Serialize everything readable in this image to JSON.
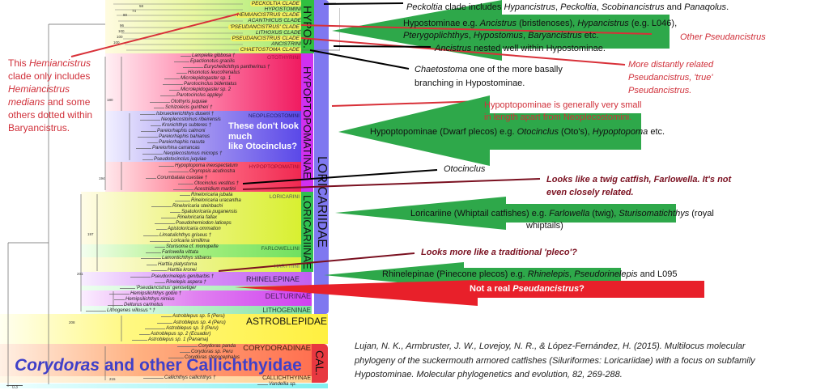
{
  "clades_hypos": [
    "PECKOLTIA CLADE",
    "HYPOSTOMINI",
    "HEMIANCISTRUS CLADE",
    "ACANTHICUS CLADE",
    "'PSEUDANCISTRUS' CLADE",
    "LITHOXUS CLADE",
    "PSEUDANCISTRUS CLADE",
    "ANCISTRINI",
    "CHAETOSTOMA CLADE"
  ],
  "tribes": {
    "otothyrini": "OTOTHYRINI",
    "neoplecostomini": "NEOPLECOSTOMINI",
    "hypoptopomatini": "HYPOPTOPOMATINI",
    "loricarini": "LORICARINI",
    "farlowellini": "FARLOWELLINI",
    "harttiini": "HARTTIINI",
    "rhinelepinae": "RHINELEPINAE",
    "delturinae": "DELTURINAE",
    "lithogeninae": "LITHOGENINAE",
    "astroblepidae": "ASTROBLEPIDAE",
    "corydoradinae": "CORYDORADINAE",
    "callichthyinae": "CALLICHTHYINAE"
  },
  "bars": {
    "hypos": "HYPOS.",
    "hypoptopomatinae": "HYPOPTOPOMATINAE",
    "loricariinae": "LORICARIINAE",
    "loricariidae": "LORICARIIDAE",
    "cal": "CAL."
  },
  "species": [
    "Lampiella gibbosa †",
    "Epactionotus gracilis",
    "Eurycheilichthys pantherinus †",
    "Hisonotus leucofrenatus",
    "Microlepidogaster sp. 1",
    "Parotocinclus bidentatus",
    "Microlepidogaster sp. 2",
    "Parotocinclus appleyi",
    "Otothyris juquiae",
    "Schizolecis guntheri †",
    "Isbrueckerichthys duseni †",
    "Neoplecostomus ribeirensis",
    "Kronichthys subteres †",
    "Pareiorhaphis calmoni",
    "Pareiorhaphis bahianus",
    "Pareiorhaphis nasuta",
    "Pareiorhina carrancas",
    "Neoplecostomus microps †",
    "Pseudotocinclus juquiae",
    "Hypoptopoma inexspectatum",
    "Oxyropsis acutirostra",
    "Corumbataia cuestae †",
    "Otocinclus vestitus †",
    "Acestridium martini",
    "Rineloricaria jubata",
    "Rineloricaria uracantha",
    "Rineloricaria steinbachi",
    "Spatuloricaria puganensis",
    "Rineloricaria fallax",
    "Pseudohemiodon laticeps",
    "Apistoloricaria ommation",
    "Limatulichthys griseus †",
    "Loricaria simillima",
    "Sturisoma cf. monopelte",
    "Farlowella vittata",
    "Lamontichthys stibaros",
    "Harttia platystoma",
    "Harttia kronei",
    "Pseudorinelepis genibarbis †",
    "Rinelepis aspera †",
    "'Pseudancistrus' genisetiger",
    "Hemipsilichthys gobio †",
    "Hemipsilichthys nimius",
    "Delturus carinotus",
    "Lithogenes villosus * †",
    "Astroblepus sp. 5 (Peru)",
    "Astroblepus sp. 4 (Peru)",
    "Astroblepus sp. 3 (Peru)",
    "Astroblepus sp. 2 (Ecuador)",
    "Astroblepus sp. 1 (Panama)",
    "Corydoras panda",
    "Corydoras sp. Peru",
    "Corydoras stenocephalus",
    "Callichthys callichthys †",
    "Vandellia sp."
  ],
  "node_values": [
    "58",
    "74",
    "80",
    "96",
    "100",
    "100",
    "100",
    "180",
    "194",
    "197",
    "201",
    "208",
    "215"
  ],
  "scale": "0.3",
  "annotations": {
    "left_note": [
      "This ",
      "Hemiancistrus",
      "clade only includes",
      "Hemiancistrus",
      "medians",
      " and some",
      "others dotted within",
      "Baryancistrus."
    ],
    "peckoltia": [
      "Peckoltia",
      " clade includes ",
      "Hypancistrus",
      ", ",
      "Peckoltia",
      ", ",
      "Scobinancistrus",
      " and ",
      "Panaqolus",
      "."
    ],
    "hypostominae_1": [
      "Hypostominae e.g. ",
      "Ancistrus",
      " (bristlenoses), ",
      "Hypancistrus",
      " (e.g. L046),"
    ],
    "hypostominae_2": [
      "Pterygoplichthys",
      ", ",
      "Hypostomus",
      ", ",
      "Baryancistrus",
      " etc."
    ],
    "ancistrus": [
      "Ancistrus",
      " nested well within Hypostominae."
    ],
    "other_pseud": "Other Pseudancistrus",
    "chaetostoma": [
      "Chaetostoma",
      " one of the more basally",
      "branching in Hypostominae."
    ],
    "distant": [
      "More distantly related",
      "Pseudancistrus, 'true'",
      "Pseudancistrus."
    ],
    "hypo_small": [
      "Hypoptopominae is generally very small",
      "in length apart from Neoplecostomini."
    ],
    "hypo_arrow": [
      "Hypoptopominae (Dwarf plecos) e.g. ",
      "Otocinclus",
      " (Oto's), ",
      "Hypoptopoma",
      " etc."
    ],
    "not_oto": [
      "These don't look much",
      "like Otocinclus?"
    ],
    "otocinclus": "Otocinclus",
    "twig": [
      "Looks like a twig catfish, ",
      "Farlowella. It's not",
      "even closely related."
    ],
    "lori_arrow": [
      "Loricariine (Whiptail catfishes) e.g. ",
      "Farlowella",
      " (twig), ",
      "Sturisomatichthys",
      " (royal",
      "whiptails)"
    ],
    "pleco": "Looks more like a traditional 'pleco'?",
    "rhine_arrow": [
      "Rhinelepinae (Pinecone plecos) e.g. ",
      "Rhinelepis",
      ", ",
      "Pseudorinelepis",
      " and L095"
    ],
    "not_real": [
      "Not a real ",
      "Pseudancistrus",
      "?"
    ],
    "corydoras": [
      "Corydoras",
      " and other Callichthyidae"
    ],
    "citation": [
      "Lujan, N. K., Armbruster, J. W., Lovejoy, N. R., & López-Fernández, H. (2015). Multilocus molecular",
      "phylogeny of the suckermouth armored catfishes (Siluriformes: Loricariidae) with a focus on subfamily",
      "Hypostominae. Molecular phylogenetics and evolution, 82, 269-288."
    ]
  },
  "colors": {
    "arrow_green": "#2ea84a",
    "arrow_red": "#e8202a",
    "note_red": "#d0303a",
    "note_dark_red": "#7a1020",
    "title_blue": "#4040c8"
  }
}
